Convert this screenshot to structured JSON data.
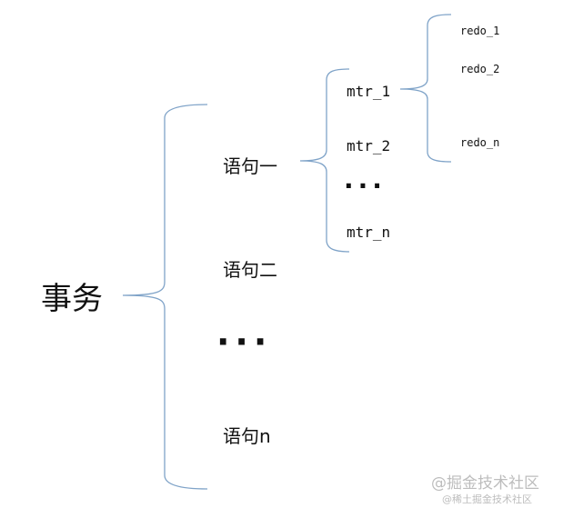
{
  "root": {
    "label": "事务"
  },
  "statements": [
    {
      "label": "语句一"
    },
    {
      "label": "语句二"
    },
    {
      "label": "···"
    },
    {
      "label": "语句n"
    }
  ],
  "mtrs": [
    {
      "label": "mtr_1"
    },
    {
      "label": "mtr_2"
    },
    {
      "label": "···"
    },
    {
      "label": "mtr_n"
    }
  ],
  "redos": [
    {
      "label": "redo_1"
    },
    {
      "label": "redo_2"
    },
    {
      "label": "redo_n"
    }
  ],
  "watermark": {
    "line1": "@掘金技术社区",
    "line2": "@稀土掘金技术社区"
  },
  "colors": {
    "brace": "#7fa3c8",
    "text": "#111111"
  }
}
